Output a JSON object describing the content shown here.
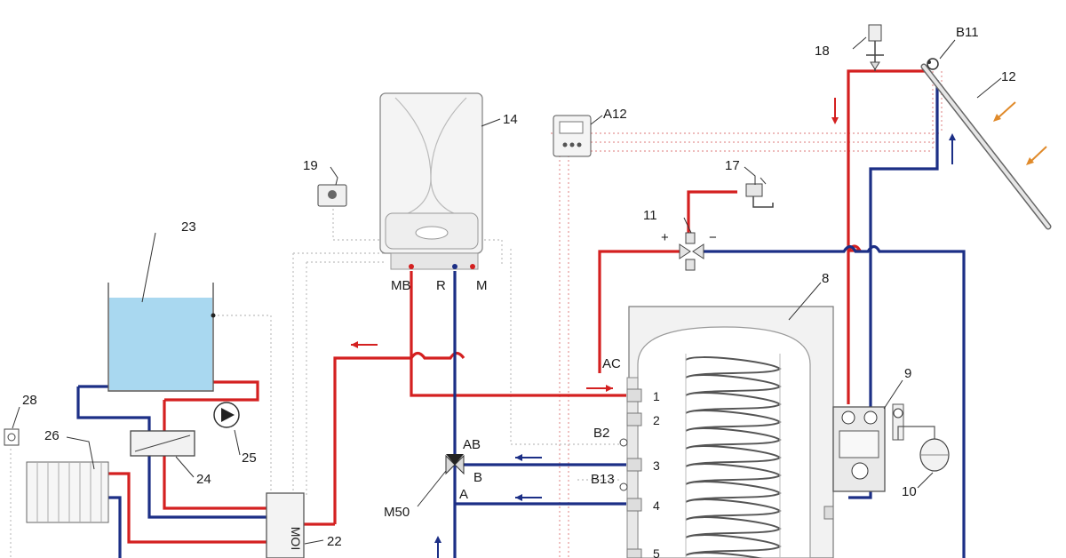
{
  "labels": {
    "n8": "8",
    "n9": "9",
    "n10": "10",
    "n11": "11",
    "n12": "12",
    "n14": "14",
    "n17": "17",
    "n18": "18",
    "n19": "19",
    "n22": "22",
    "n23": "23",
    "n24": "24",
    "n25": "25",
    "n26": "26",
    "n28": "28",
    "a12": "A12",
    "b11": "B11",
    "b2": "B2",
    "b13": "B13",
    "m50": "M50",
    "ab": "AB",
    "a": "A",
    "b": "B",
    "ac": "AC",
    "mb": "MB",
    "r": "R",
    "m": "M",
    "plus": "+",
    "minus": "−",
    "conn1": "1",
    "conn2": "2",
    "conn3": "3",
    "conn4": "4",
    "conn5": "5",
    "module_text": "MOI"
  },
  "colors": {
    "hot_pipe": "#d42020",
    "cold_pipe": "#1c2f86",
    "water": "#a9d8f0",
    "wiring": "#e8a6a6"
  }
}
